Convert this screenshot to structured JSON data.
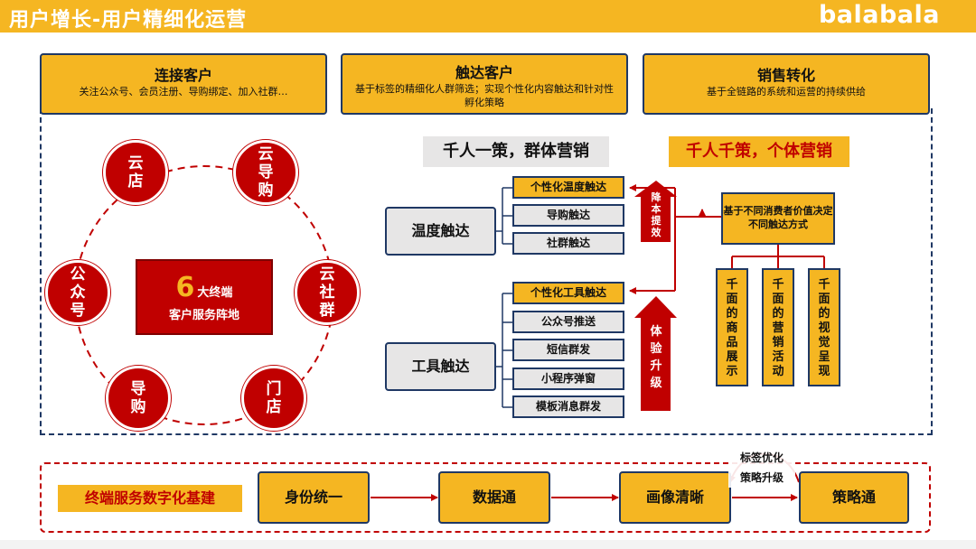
{
  "header": {
    "title": "用户增长-用户精细化运营",
    "logo": "balabala",
    "color": "#f5b622"
  },
  "top_boxes": [
    {
      "title": "连接客户",
      "desc": "关注公众号、会员注册、导购绑定、加入社群…"
    },
    {
      "title": "触达客户",
      "desc": "基于标签的精细化人群筛选；实现个性化内容触达和针对性孵化策略"
    },
    {
      "title": "销售转化",
      "desc": "基于全链路的系统和运营的持续供给"
    }
  ],
  "terminals": {
    "center_number": "6",
    "center_suffix": "大终端",
    "center_caption": "客户服务阵地",
    "nodes": [
      "云店",
      "云导购",
      "云社群",
      "门店",
      "导购",
      "公众号"
    ]
  },
  "banners": {
    "left": "千人一策，群体营销",
    "right": "千人千策，个体营销"
  },
  "categories": [
    {
      "label": "温度触达",
      "items": [
        "个性化温度触达",
        "导购触达",
        "社群触达"
      ],
      "arrow_label": "降本提效"
    },
    {
      "label": "工具触达",
      "items": [
        "个性化工具触达",
        "公众号推送",
        "短信群发",
        "小程序弹窗",
        "模板消息群发"
      ],
      "arrow_label": "体验升级"
    }
  ],
  "decision": "基于不同消费者价值决定不同触达方式",
  "strategies": [
    "千面的商品展示",
    "千面的营销活动",
    "千面的视觉呈现"
  ],
  "bottom": {
    "label": "终端服务数字化基建",
    "steps": [
      "身份统一",
      "数据通",
      "画像清晰",
      "策略通"
    ],
    "loop_label_1": "标签优化",
    "loop_label_2": "策略升级"
  },
  "colors": {
    "accent": "#f5b622",
    "red": "#c00000",
    "navy": "#1f3864",
    "gray": "#e7e6e6"
  }
}
